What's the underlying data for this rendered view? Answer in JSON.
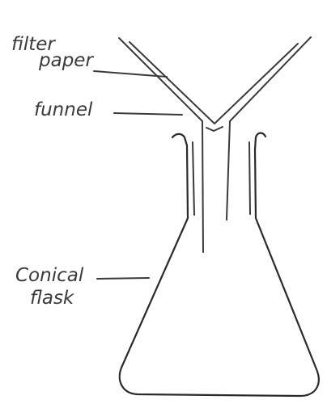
{
  "labels": {
    "filter_paper_line1": "filter",
    "filter_paper_line2": "paper",
    "funnel": "funnel",
    "conical_flask_line1": "Conical",
    "conical_flask_line2": "flask"
  }
}
